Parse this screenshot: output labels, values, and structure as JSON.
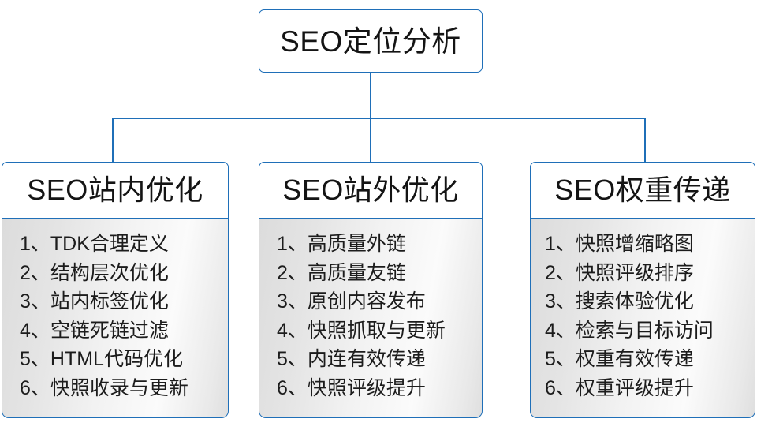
{
  "diagram": {
    "type": "org-chart",
    "title_node": {
      "label": "SEO定位分析"
    },
    "colors": {
      "border": "#1F6FB8",
      "connector": "#1F6FB8",
      "node_fill": "#FFFFFF",
      "panel_fill_light": "#FBFBFB",
      "panel_fill_dark": "#DCDCDC",
      "text": "#141414"
    },
    "branches": [
      {
        "header": "SEO站内优化",
        "items": [
          {
            "index": "1、",
            "text": "TDK合理定义"
          },
          {
            "index": "2、",
            "text": "结构层次优化"
          },
          {
            "index": "3、",
            "text": "站内标签优化"
          },
          {
            "index": "4、",
            "text": "空链死链过滤"
          },
          {
            "index": "5、",
            "text": "HTML代码优化"
          },
          {
            "index": "6、",
            "text": "快照收录与更新"
          }
        ]
      },
      {
        "header": "SEO站外优化",
        "items": [
          {
            "index": "1、",
            "text": "高质量外链"
          },
          {
            "index": "2、",
            "text": "高质量友链"
          },
          {
            "index": "3、",
            "text": "原创内容发布"
          },
          {
            "index": "4、",
            "text": "快照抓取与更新"
          },
          {
            "index": "5、",
            "text": "内连有效传递"
          },
          {
            "index": "6、",
            "text": "快照评级提升"
          }
        ]
      },
      {
        "header": "SEO权重传递",
        "items": [
          {
            "index": "1、",
            "text": "快照增缩略图"
          },
          {
            "index": "2、",
            "text": "快照评级排序"
          },
          {
            "index": "3、",
            "text": "搜索体验优化"
          },
          {
            "index": "4、",
            "text": "检索与目标访问"
          },
          {
            "index": "5、",
            "text": "权重有效传递"
          },
          {
            "index": "6、",
            "text": "权重评级提升"
          }
        ]
      }
    ]
  }
}
